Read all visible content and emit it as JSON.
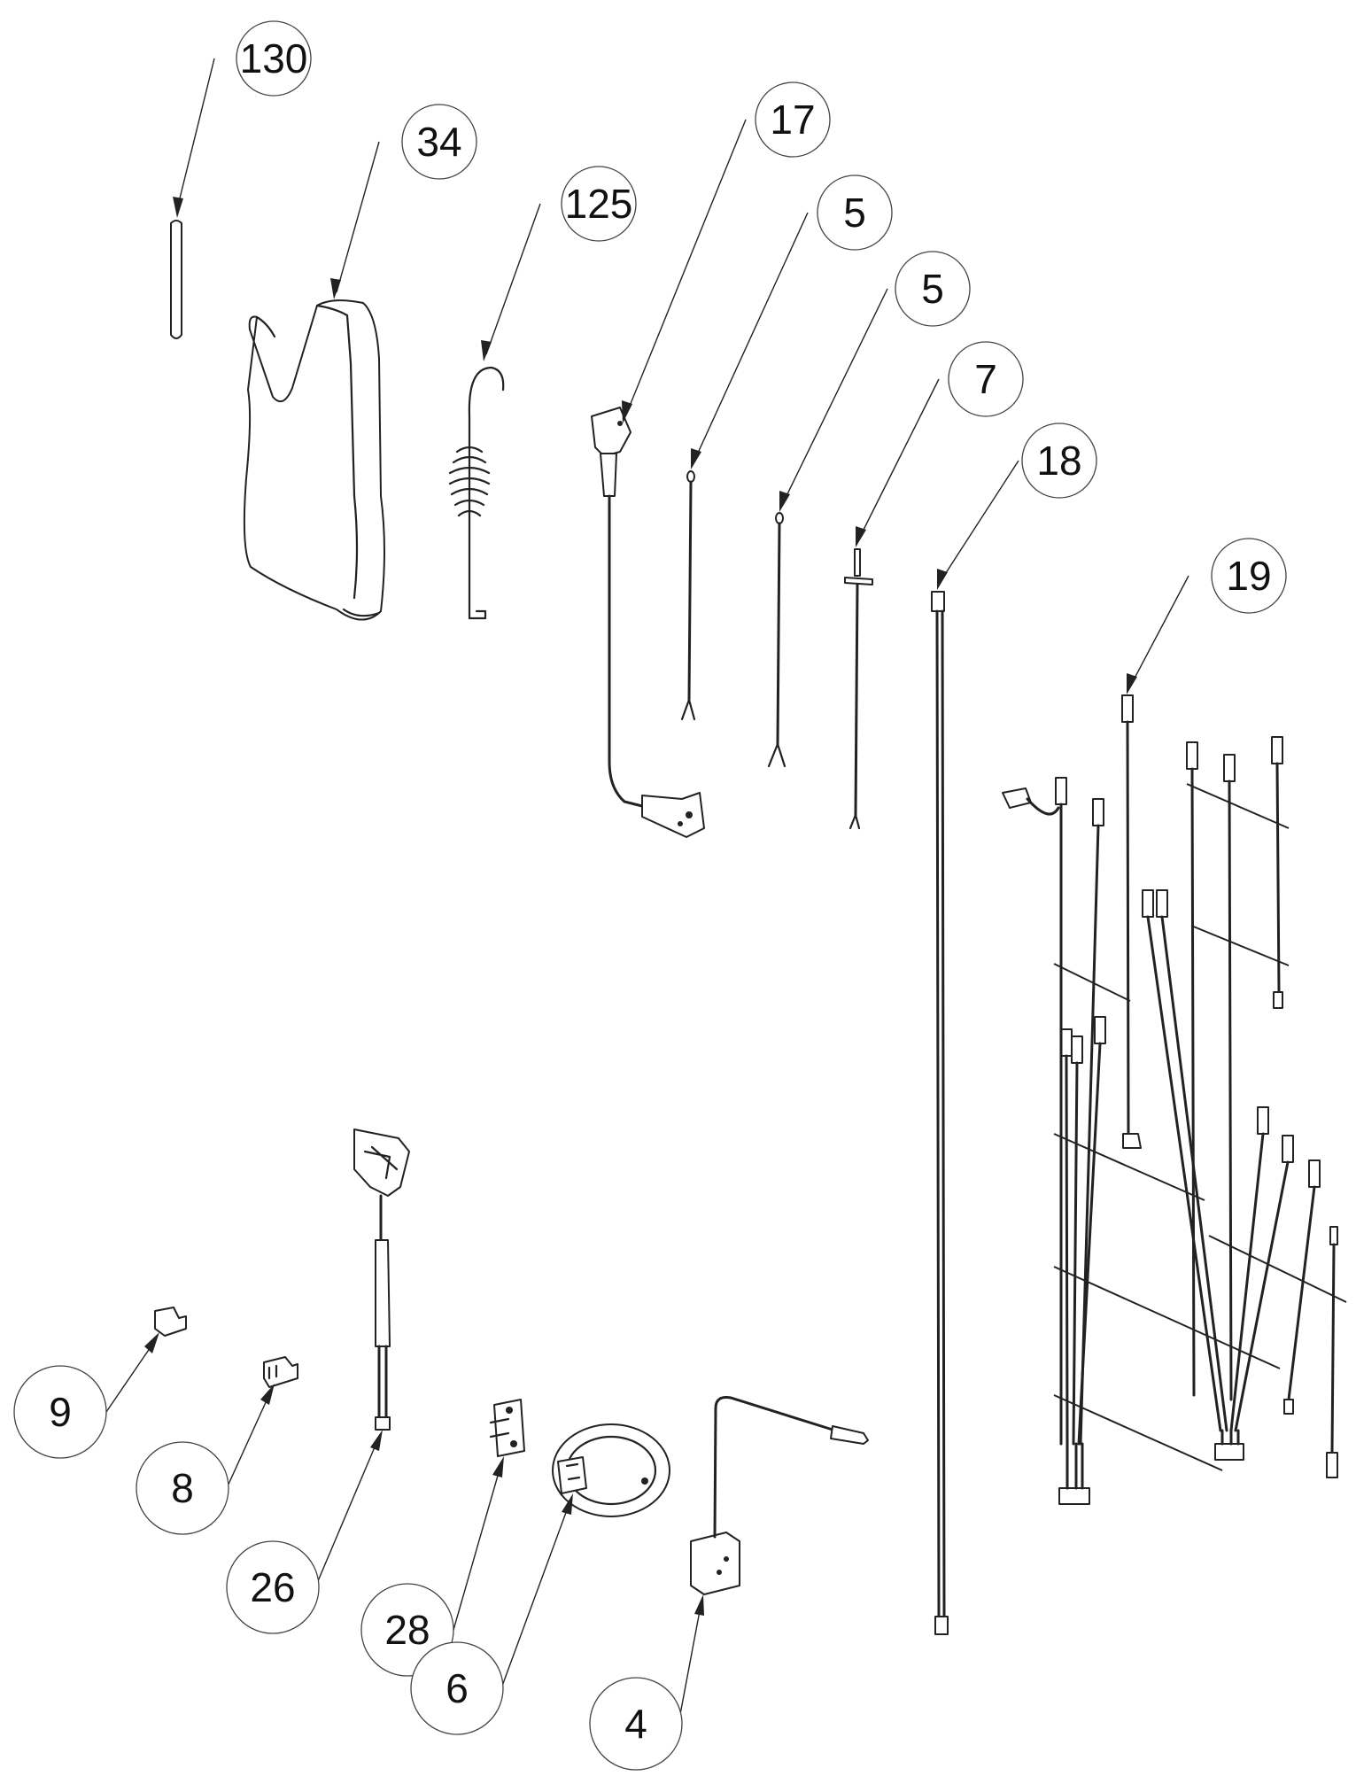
{
  "diagram": {
    "callouts": [
      {
        "id": "c130",
        "label": "130"
      },
      {
        "id": "c34",
        "label": "34"
      },
      {
        "id": "c125",
        "label": "125"
      },
      {
        "id": "c17",
        "label": "17"
      },
      {
        "id": "c5a",
        "label": "5"
      },
      {
        "id": "c5b",
        "label": "5"
      },
      {
        "id": "c7",
        "label": "7"
      },
      {
        "id": "c18",
        "label": "18"
      },
      {
        "id": "c19",
        "label": "19"
      },
      {
        "id": "c9",
        "label": "9"
      },
      {
        "id": "c8",
        "label": "8"
      },
      {
        "id": "c26",
        "label": "26"
      },
      {
        "id": "c28",
        "label": "28"
      },
      {
        "id": "c6",
        "label": "6"
      },
      {
        "id": "c4",
        "label": "4"
      }
    ]
  }
}
